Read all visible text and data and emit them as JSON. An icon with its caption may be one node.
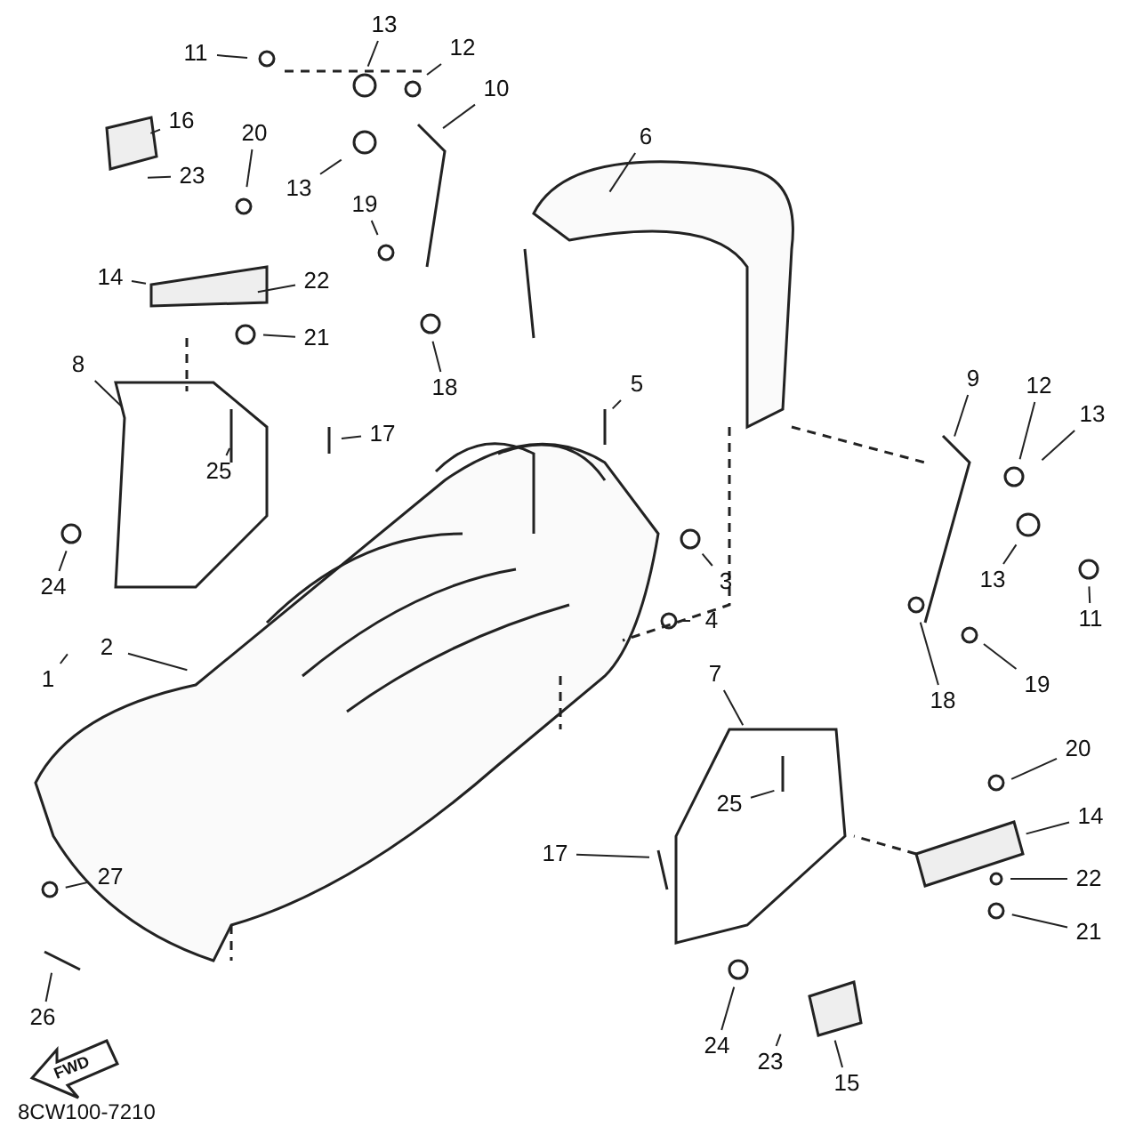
{
  "diagram": {
    "nodes": [
      {
        "text": [
          "11"
        ]
      },
      {
        "text": [
          "13"
        ]
      },
      {
        "text": [
          "12"
        ]
      },
      {
        "text": [
          "10"
        ]
      },
      {
        "text": [
          "16"
        ]
      },
      {
        "text": [
          "20"
        ]
      },
      {
        "text": [
          "23"
        ]
      },
      {
        "text": [
          "6"
        ]
      },
      {
        "text": [
          "13"
        ]
      },
      {
        "text": [
          "19"
        ]
      },
      {
        "text": [
          "14"
        ]
      },
      {
        "text": [
          "22"
        ]
      },
      {
        "text": [
          "21"
        ]
      },
      {
        "text": [
          "18"
        ]
      },
      {
        "text": [
          "8"
        ]
      },
      {
        "text": [
          "5"
        ]
      },
      {
        "text": [
          "17"
        ]
      },
      {
        "text": [
          "25"
        ]
      },
      {
        "text": [
          "24"
        ]
      },
      {
        "text": [
          "9"
        ]
      },
      {
        "text": [
          "12"
        ]
      },
      {
        "text": [
          "13"
        ]
      },
      {
        "text": [
          "11"
        ]
      },
      {
        "text": [
          "13"
        ]
      },
      {
        "text": [
          "3"
        ]
      },
      {
        "text": [
          "4"
        ]
      },
      {
        "text": [
          "2"
        ]
      },
      {
        "text": [
          "1"
        ]
      },
      {
        "text": [
          "18"
        ]
      },
      {
        "text": [
          "19"
        ]
      },
      {
        "text": [
          "7"
        ]
      },
      {
        "text": [
          "20"
        ]
      },
      {
        "text": [
          "25"
        ]
      },
      {
        "text": [
          "14"
        ]
      },
      {
        "text": [
          "17"
        ]
      },
      {
        "text": [
          "22"
        ]
      },
      {
        "text": [
          "21"
        ]
      },
      {
        "text": [
          "27"
        ]
      },
      {
        "text": [
          "26"
        ]
      },
      {
        "text": [
          "24"
        ]
      },
      {
        "text": [
          "23"
        ]
      },
      {
        "text": [
          "15"
        ]
      }
    ],
    "edges": [
      {
        "from": 0,
        "to": null,
        "arrow": "none"
      },
      {
        "from": 1,
        "to": null,
        "arrow": "none"
      },
      {
        "from": 2,
        "to": null,
        "arrow": "none"
      },
      {
        "from": 3,
        "to": null,
        "arrow": "none"
      },
      {
        "from": 4,
        "to": null,
        "arrow": "none"
      },
      {
        "from": 5,
        "to": null,
        "arrow": "none"
      },
      {
        "from": 6,
        "to": null,
        "arrow": "none"
      },
      {
        "from": 7,
        "to": null,
        "arrow": "none"
      },
      {
        "from": 8,
        "to": null,
        "arrow": "none"
      },
      {
        "from": 9,
        "to": null,
        "arrow": "none"
      },
      {
        "from": 10,
        "to": null,
        "arrow": "none"
      },
      {
        "from": 11,
        "to": null,
        "arrow": "none"
      },
      {
        "from": 12,
        "to": null,
        "arrow": "none"
      },
      {
        "from": 13,
        "to": null,
        "arrow": "none"
      },
      {
        "from": 14,
        "to": null,
        "arrow": "none"
      },
      {
        "from": 15,
        "to": null,
        "arrow": "none"
      },
      {
        "from": 16,
        "to": null,
        "arrow": "none"
      },
      {
        "from": 17,
        "to": null,
        "arrow": "none"
      },
      {
        "from": 18,
        "to": null,
        "arrow": "none"
      },
      {
        "from": 19,
        "to": null,
        "arrow": "none"
      },
      {
        "from": 20,
        "to": null,
        "arrow": "none"
      },
      {
        "from": 21,
        "to": null,
        "arrow": "none"
      },
      {
        "from": 22,
        "to": null,
        "arrow": "none"
      },
      {
        "from": 23,
        "to": null,
        "arrow": "none"
      },
      {
        "from": 24,
        "to": null,
        "arrow": "none"
      },
      {
        "from": 25,
        "to": null,
        "arrow": "none"
      },
      {
        "from": 26,
        "to": null,
        "arrow": "none"
      },
      {
        "from": 27,
        "to": null,
        "arrow": "none"
      },
      {
        "from": 28,
        "to": null,
        "arrow": "none"
      },
      {
        "from": 29,
        "to": null,
        "arrow": "none"
      },
      {
        "from": 30,
        "to": null,
        "arrow": "none"
      },
      {
        "from": 31,
        "to": null,
        "arrow": "none"
      },
      {
        "from": 32,
        "to": null,
        "arrow": "none"
      },
      {
        "from": 33,
        "to": null,
        "arrow": "none"
      },
      {
        "from": 34,
        "to": null,
        "arrow": "none"
      },
      {
        "from": 35,
        "to": null,
        "arrow": "none"
      },
      {
        "from": 36,
        "to": null,
        "arrow": "none"
      },
      {
        "from": 37,
        "to": null,
        "arrow": "none"
      },
      {
        "from": 38,
        "to": null,
        "arrow": "none"
      },
      {
        "from": 39,
        "to": null,
        "arrow": "none"
      },
      {
        "from": 40,
        "to": null,
        "arrow": "none"
      },
      {
        "from": 41,
        "to": null,
        "arrow": "none"
      }
    ],
    "labels": [
      "FWD",
      "8CW100-7210"
    ]
  }
}
